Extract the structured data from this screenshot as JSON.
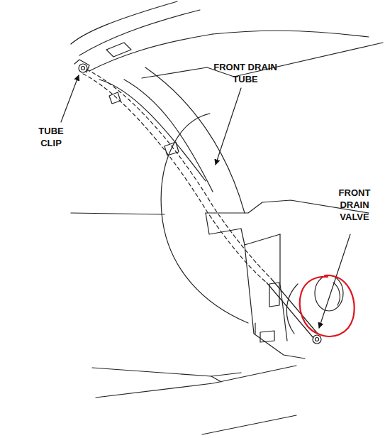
{
  "diagram": {
    "labels": [
      "TUBE CLIP",
      "FRONT DRAIN TUBE",
      "FRONT DRAIN VALVE"
    ]
  }
}
